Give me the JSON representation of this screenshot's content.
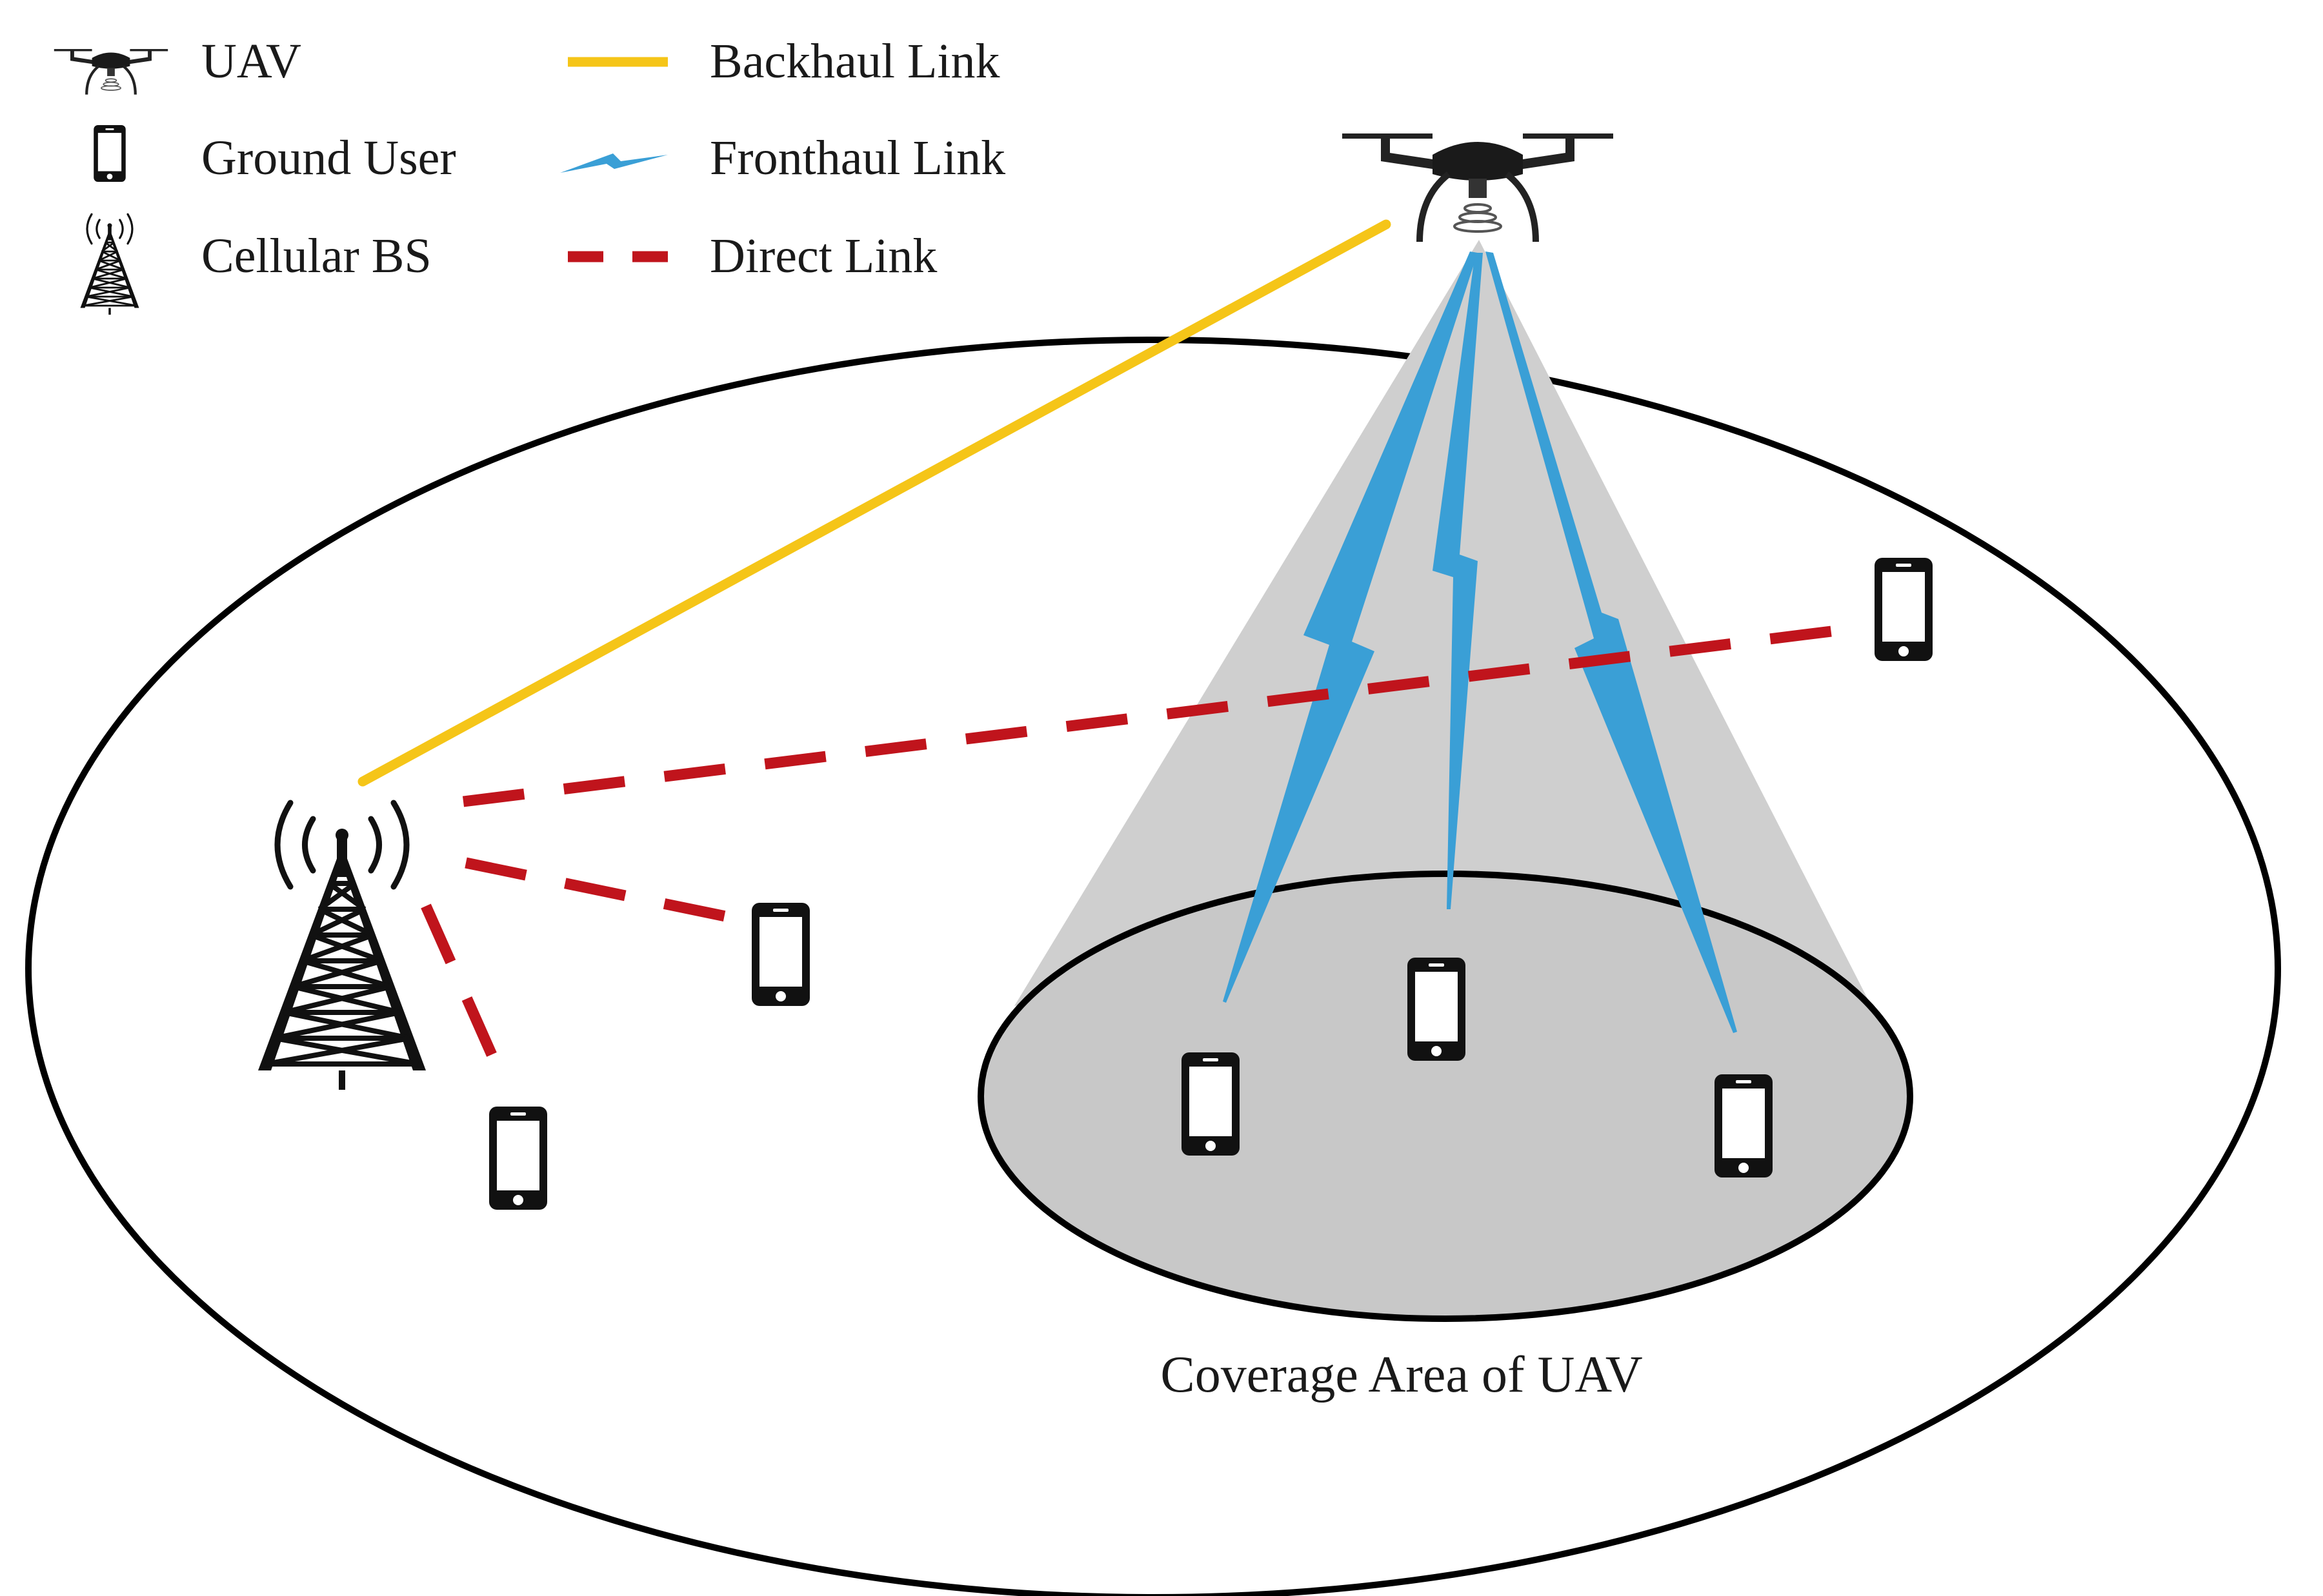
{
  "legend": {
    "items": [
      {
        "id": "uav",
        "label": "UAV"
      },
      {
        "id": "ground-user",
        "label": "Ground User"
      },
      {
        "id": "cellular-bs",
        "label": "Cellular BS"
      },
      {
        "id": "backhaul",
        "label": "Backhaul Link"
      },
      {
        "id": "fronthaul",
        "label": "Fronthaul Link"
      },
      {
        "id": "direct",
        "label": "Direct Link"
      }
    ]
  },
  "labels": {
    "coverage_area": "Coverage Area of UAV"
  },
  "colors": {
    "backhaul": "#f5c518",
    "fronthaul": "#3a9fd6",
    "direct": "#c0141c",
    "coverage_fill": "#c8c8c8",
    "outline": "#000000",
    "device": "#111111"
  },
  "icons": {
    "uav": "drone-icon",
    "ground_user": "smartphone-icon",
    "cellular_bs": "cell-tower-icon"
  }
}
